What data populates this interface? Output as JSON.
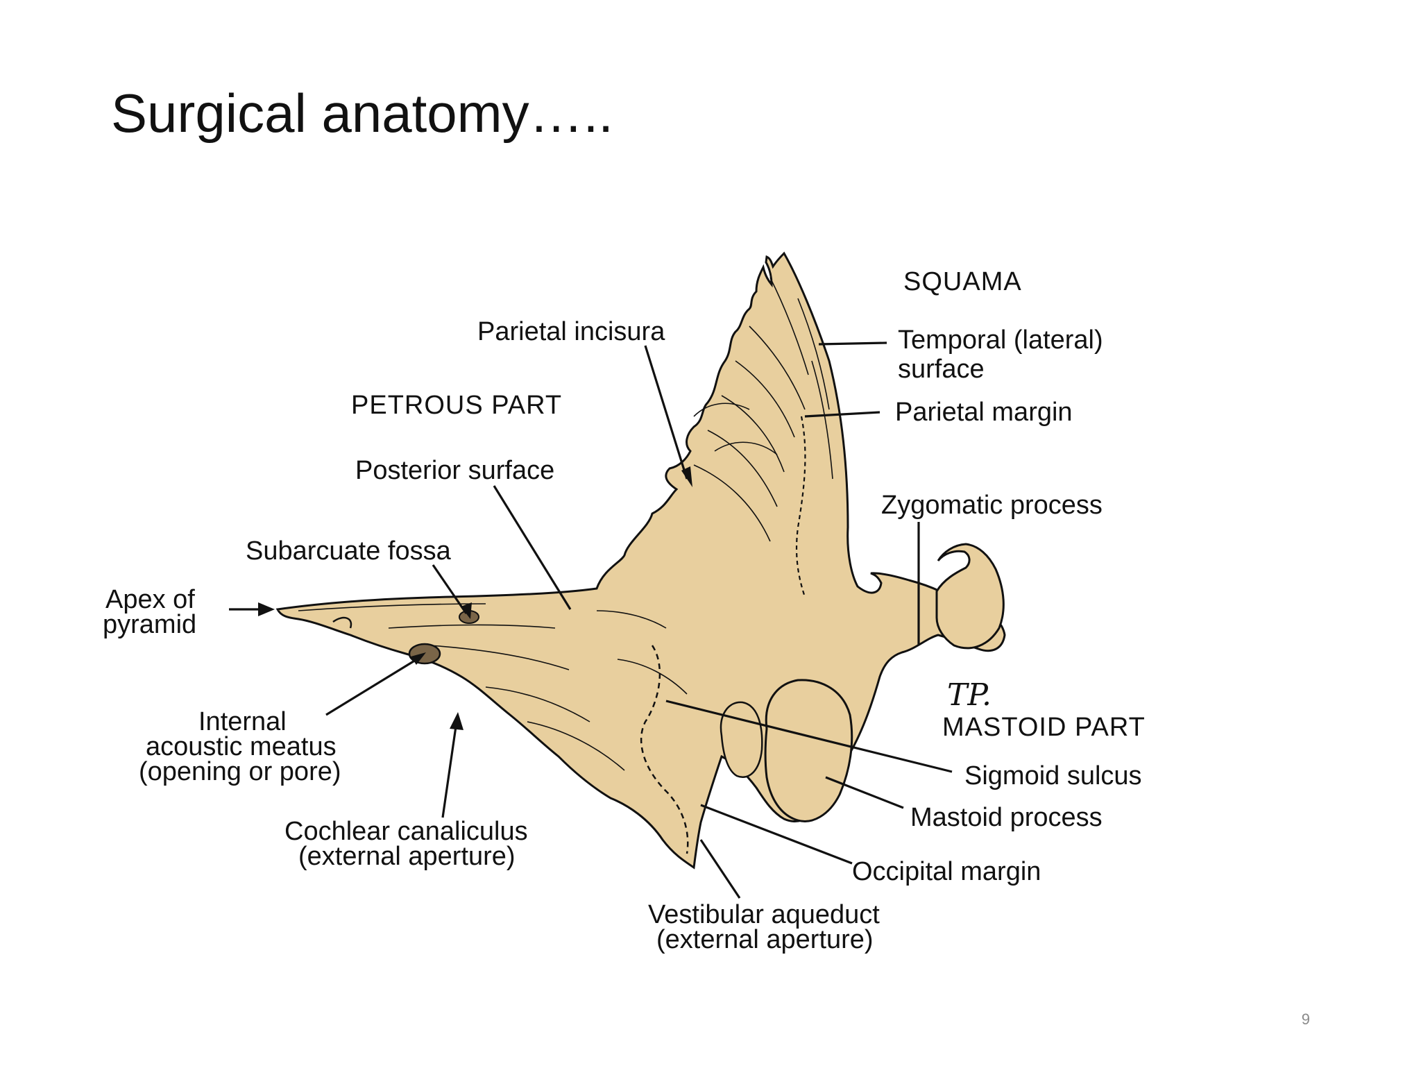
{
  "slide": {
    "title": "Surgical anatomy…..",
    "page_number": "9"
  },
  "figure": {
    "artist_initials": "TP.",
    "bone_color": "#E8CF9E",
    "outline_color": "#111111",
    "labels": {
      "squama": "SQUAMA",
      "parietal_incisura": "Parietal incisura",
      "temporal_surface_line1": "Temporal (lateral)",
      "temporal_surface_line2": "surface",
      "petrous_part": "PETROUS PART",
      "parietal_margin": "Parietal margin",
      "posterior_surface": "Posterior surface",
      "zygomatic_process": "Zygomatic process",
      "subarcuate_fossa": "Subarcuate fossa",
      "apex_line1": "Apex of",
      "apex_line2": "pyramid",
      "internal_meatus_line1": "Internal",
      "internal_meatus_line2": "acoustic meatus",
      "internal_meatus_line3": "(opening or pore)",
      "mastoid_part": "MASTOID PART",
      "sigmoid_sulcus": "Sigmoid sulcus",
      "mastoid_process": "Mastoid process",
      "cochlear_line1": "Cochlear canaliculus",
      "cochlear_line2": "(external aperture)",
      "occipital_margin": "Occipital margin",
      "vestibular_line1": "Vestibular aqueduct",
      "vestibular_line2": "(external aperture)"
    }
  }
}
